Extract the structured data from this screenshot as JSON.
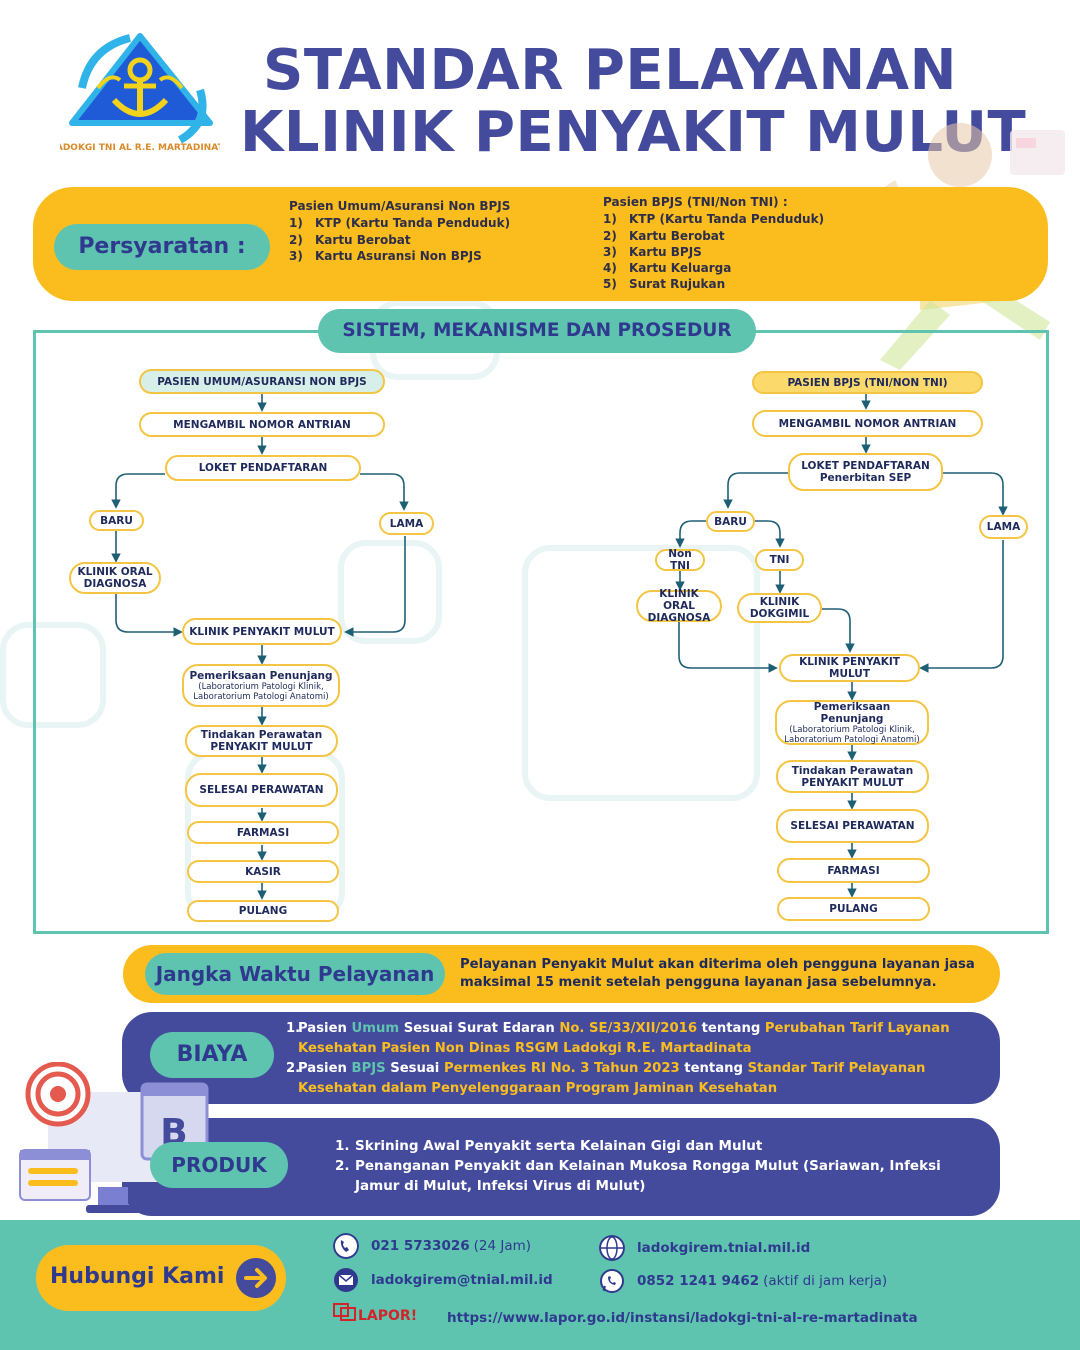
{
  "header": {
    "logo_text": "LADOKGI TNI AL R.E. MARTADINATA",
    "title_line1": "STANDAR PELAYANAN",
    "title_line2": "KLINIK PENYAKIT MULUT"
  },
  "persyaratan": {
    "label": "Persyaratan :",
    "umum": {
      "heading": "Pasien Umum/Asuransi Non BPJS",
      "items": [
        {
          "n": "1)",
          "text": "KTP (Kartu Tanda Penduduk)"
        },
        {
          "n": "2)",
          "text": "Kartu Berobat"
        },
        {
          "n": "3)",
          "text": "Kartu Asuransi Non BPJS"
        }
      ]
    },
    "bpjs": {
      "heading": "Pasien BPJS (TNI/Non TNI) :",
      "items": [
        {
          "n": "1)",
          "text": "KTP (Kartu Tanda Penduduk)"
        },
        {
          "n": "2)",
          "text": "Kartu Berobat"
        },
        {
          "n": "3)",
          "text": "Kartu BPJS"
        },
        {
          "n": "4)",
          "text": "Kartu Keluarga"
        },
        {
          "n": "5)",
          "text": "Surat Rujukan"
        }
      ]
    }
  },
  "sistem": {
    "title": "SISTEM, MEKANISME DAN PROSEDUR",
    "left_flow": {
      "start": "PASIEN UMUM/ASURANSI NON BPJS",
      "antrian": "MENGAMBIL NOMOR ANTRIAN",
      "loket": "LOKET PENDAFTARAN",
      "baru": "BARU",
      "lama": "LAMA",
      "oral": "KLINIK ORAL DIAGNOSA",
      "kpm": "KLINIK PENYAKIT MULUT",
      "periksa": "Pemeriksaan Penunjang",
      "periksa_sub": "(Laboratorium Patologi Klinik, Laboratorium Patologi Anatomi)",
      "tindakan1": "Tindakan Perawatan",
      "tindakan2": "PENYAKIT MULUT",
      "selesai": "SELESAI PERAWATAN",
      "farmasi": "FARMASI",
      "kasir": "KASIR",
      "pulang": "PULANG"
    },
    "right_flow": {
      "start": "PASIEN BPJS (TNI/NON TNI)",
      "antrian": "MENGAMBIL NOMOR ANTRIAN",
      "loket1": "LOKET PENDAFTARAN",
      "loket2": "Penerbitan SEP",
      "baru": "BARU",
      "lama": "LAMA",
      "nontni": "Non TNI",
      "tni": "TNI",
      "oral": "KLINIK ORAL DIAGNOSA",
      "dokgimil": "KLINIK DOKGIMIL",
      "kpm": "KLINIK PENYAKIT MULUT",
      "periksa": "Pemeriksaan Penunjang",
      "periksa_sub": "(Laboratorium Patologi Klinik, Laboratorium Patologi Anatomi)",
      "tindakan1": "Tindakan Perawatan",
      "tindakan2": "PENYAKIT MULUT",
      "selesai": "SELESAI PERAWATAN",
      "farmasi": "FARMASI",
      "pulang": "PULANG"
    }
  },
  "jangka_waktu": {
    "label": "Jangka Waktu Pelayanan",
    "text": "Pelayanan Penyakit Mulut akan diterima oleh pengguna layanan jasa maksimal 15 menit setelah pengguna layanan jasa sebelumnya."
  },
  "biaya": {
    "label": "BIAYA",
    "items": [
      {
        "n": "1.",
        "a": "Pasien ",
        "b": "Umum",
        "c": " Sesuai Surat Edaran ",
        "d": "No. SE/33/XII/2016",
        "e": " tentang ",
        "f": "Perubahan Tarif Layanan Kesehatan Pasien Non Dinas RSGM Ladokgi R.E. Martadinata"
      },
      {
        "n": "2.",
        "a": "Pasien ",
        "b": "BPJS",
        "c": " Sesuai ",
        "d": "Permenkes RI No. 3 Tahun 2023",
        "e": " tentang ",
        "f": "Standar Tarif Pelayanan Kesehatan dalam Penyelenggaraan Program Jaminan Kesehatan"
      }
    ]
  },
  "produk": {
    "label": "PRODUK",
    "items": [
      {
        "n": "1.",
        "text": "Skrining Awal Penyakit serta Kelainan Gigi dan Mulut"
      },
      {
        "n": "2.",
        "text": "Penanganan Penyakit dan Kelainan Mukosa Rongga Mulut (Sariawan, Infeksi Jamur di Mulut, Infeksi Virus di Mulut)"
      }
    ]
  },
  "footer": {
    "hubungi": "Hubungi Kami",
    "phone": "021 5733026",
    "phone_note": "(24 Jam)",
    "web": "ladokgirem.tnial.mil.id",
    "email": "ladokgirem@tnial.mil.id",
    "wa": "0852 1241 9462",
    "wa_note": "(aktif di jam kerja)",
    "lapor_logo": "LAPOR!",
    "lapor_url": "https://www.lapor.go.id/instansi/ladokgi-tni-al-re-martadinata"
  },
  "colors": {
    "navy": "#454b9c",
    "yellow": "#fbbd1e",
    "teal": "#5ec4b0",
    "flow_line": "#1e5f75"
  },
  "icons": [
    "logo-emblem",
    "phone-icon",
    "globe-icon",
    "mail-icon",
    "whatsapp-icon",
    "arrow-right-icon",
    "target-icon",
    "computer-icon"
  ]
}
